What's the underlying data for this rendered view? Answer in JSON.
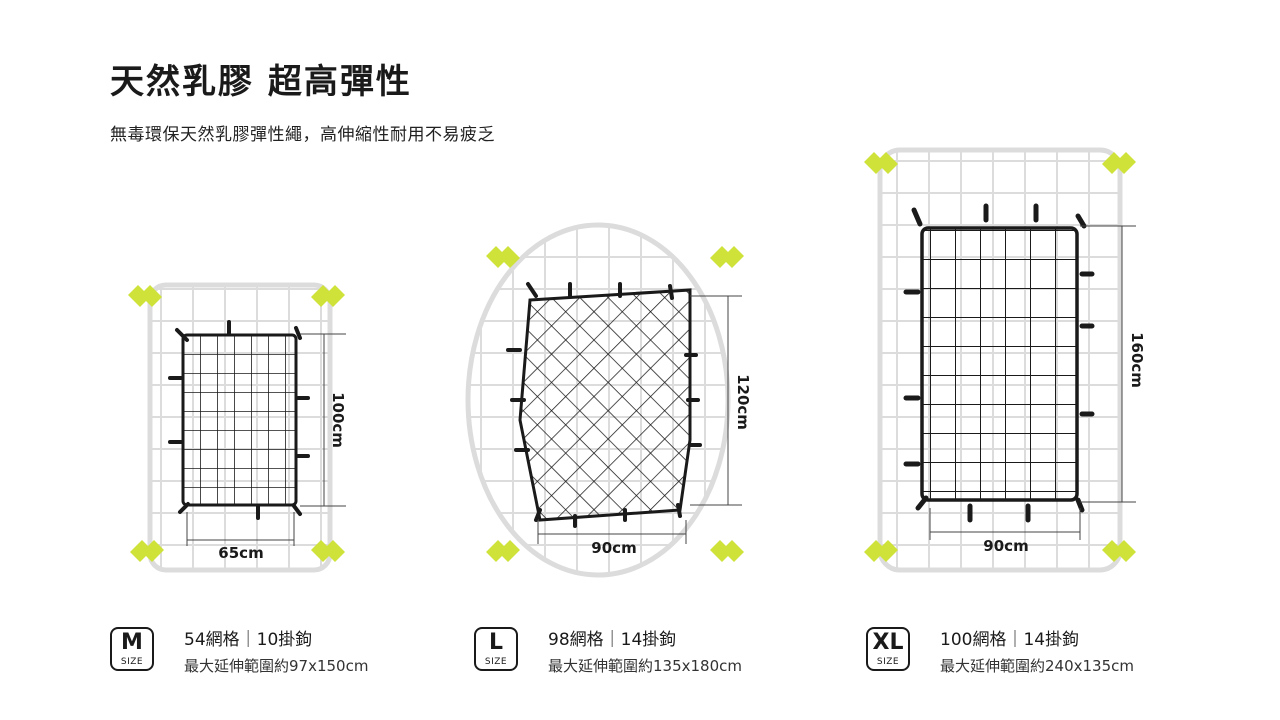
{
  "heading": {
    "title": "天然乳膠 超高彈性",
    "subtitle": "無毒環保天然乳膠彈性繩，高伸縮性耐用不易疲乏"
  },
  "colors": {
    "accent": "#cfe23a",
    "net_outline": "#d8d8d8",
    "net_main": "#1a1a1a"
  },
  "nets": [
    {
      "id": "m",
      "height_label": "100cm",
      "width_label": "65cm"
    },
    {
      "id": "l",
      "height_label": "120cm",
      "width_label": "90cm"
    },
    {
      "id": "xl",
      "height_label": "160cm",
      "width_label": "90cm"
    }
  ],
  "sizes": [
    {
      "letter": "M",
      "size_word": "SIZE",
      "spec": "54網格｜10掛鉤",
      "range": "最大延伸範圍約97x150cm"
    },
    {
      "letter": "L",
      "size_word": "SIZE",
      "spec": "98網格｜14掛鉤",
      "range": "最大延伸範圍約135x180cm"
    },
    {
      "letter": "XL",
      "size_word": "SIZE",
      "spec": "100網格｜14掛鉤",
      "range": "最大延伸範圍約240x135cm"
    }
  ]
}
